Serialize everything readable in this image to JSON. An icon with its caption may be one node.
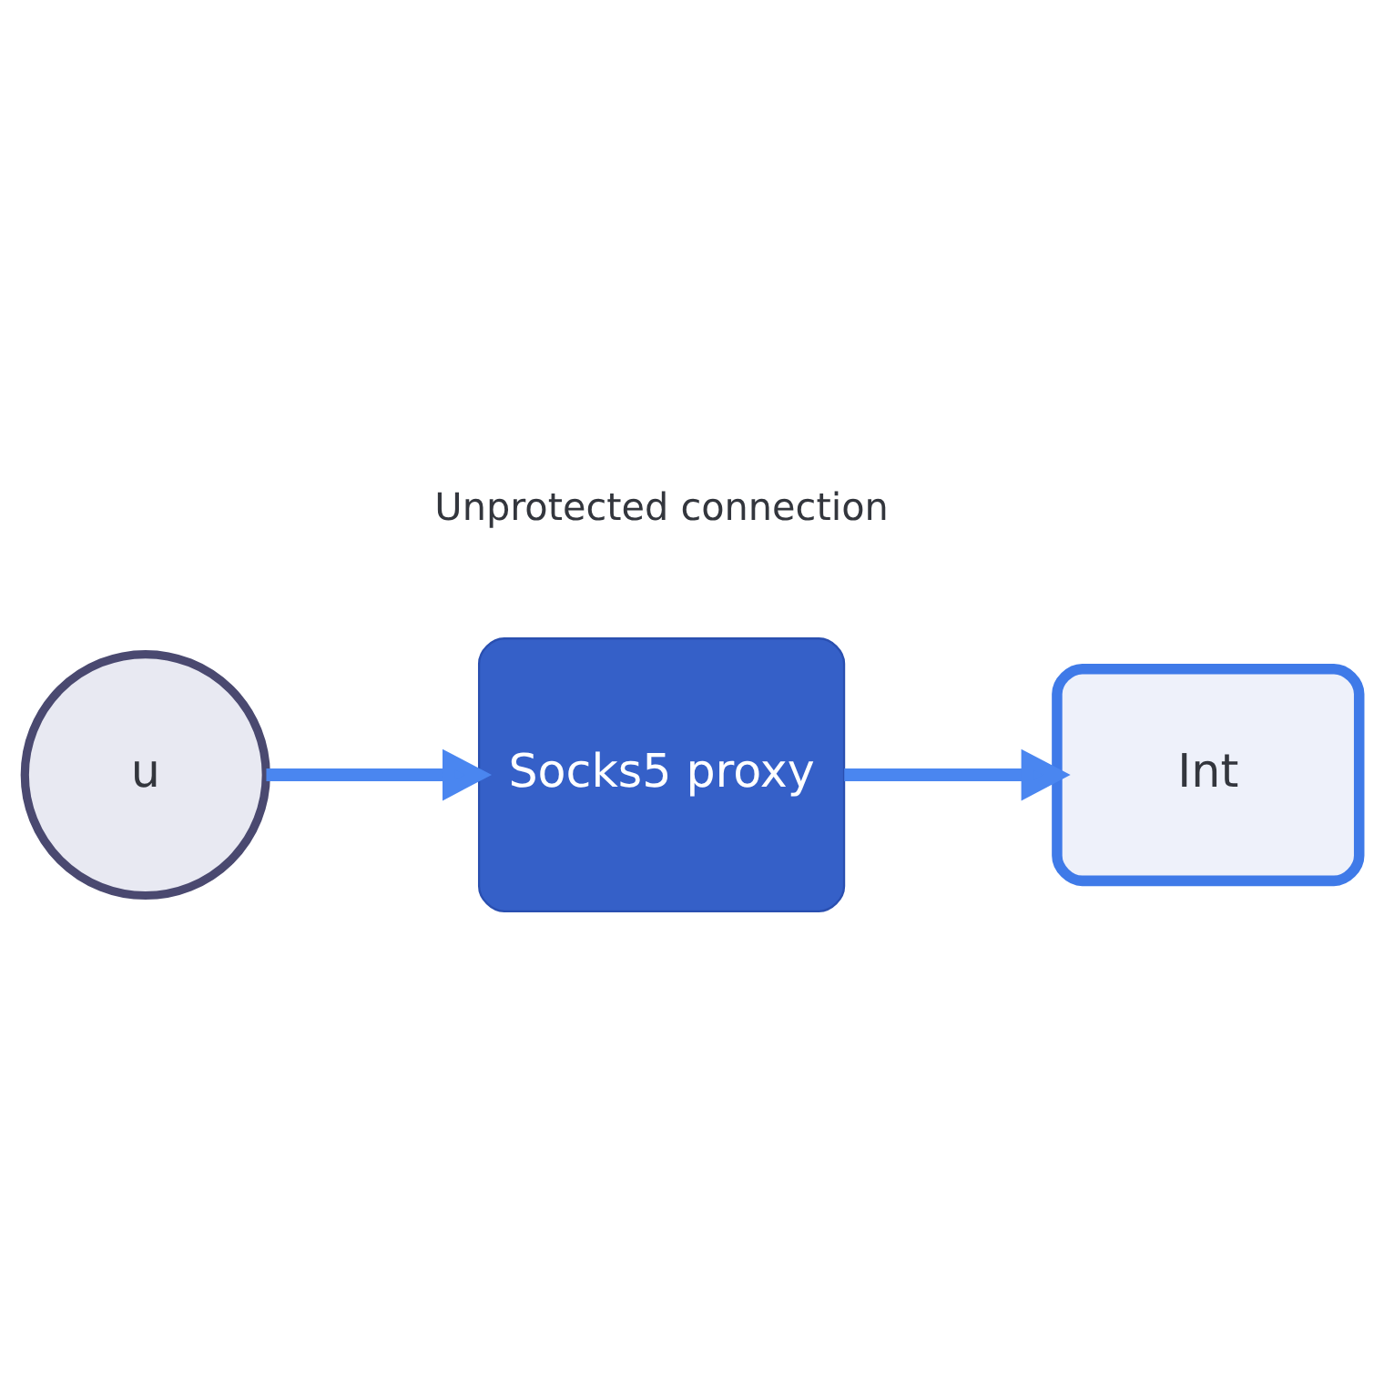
{
  "diagram": {
    "nodes": [
      {
        "text": [
          "u"
        ]
      },
      {
        "text": [
          "Socks5 proxy"
        ]
      },
      {
        "text": [
          "Int"
        ]
      }
    ],
    "edges": [
      {
        "from": 0,
        "to": 1,
        "arrow": "to"
      },
      {
        "from": 1,
        "to": 2,
        "arrow": "to"
      }
    ],
    "labels": [
      "Unprotected connection"
    ]
  }
}
